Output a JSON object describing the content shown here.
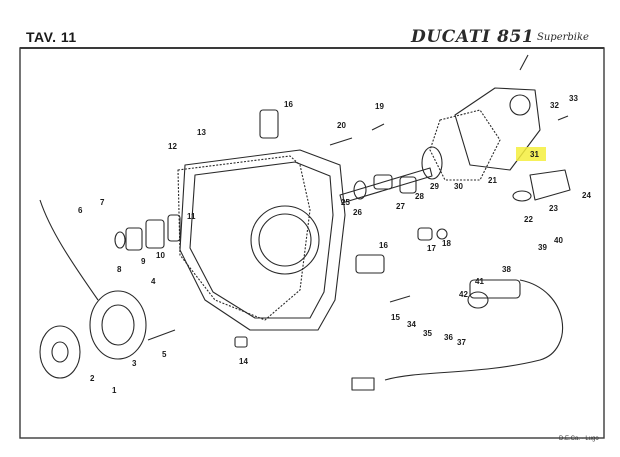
{
  "header": {
    "plate": "TAV. 11",
    "brand": "DUCATI 851",
    "brand_sub": "Superbike"
  },
  "footer": {
    "credit": "D.E.Ca. - Lugo"
  },
  "colors": {
    "highlight": "#f5ef3d",
    "ink": "#2a2a2a",
    "frame": "#3a3a3a"
  },
  "callouts": [
    {
      "num": "1"
    },
    {
      "num": "2"
    },
    {
      "num": "3"
    },
    {
      "num": "4"
    },
    {
      "num": "5"
    },
    {
      "num": "6"
    },
    {
      "num": "7"
    },
    {
      "num": "8"
    },
    {
      "num": "9"
    },
    {
      "num": "10"
    },
    {
      "num": "11"
    },
    {
      "num": "12"
    },
    {
      "num": "13"
    },
    {
      "num": "14"
    },
    {
      "num": "15"
    },
    {
      "num": "16"
    },
    {
      "num": "16"
    },
    {
      "num": "17"
    },
    {
      "num": "18"
    },
    {
      "num": "19"
    },
    {
      "num": "20"
    },
    {
      "num": "21"
    },
    {
      "num": "22"
    },
    {
      "num": "23"
    },
    {
      "num": "24"
    },
    {
      "num": "25"
    },
    {
      "num": "26"
    },
    {
      "num": "27"
    },
    {
      "num": "28"
    },
    {
      "num": "29"
    },
    {
      "num": "30"
    },
    {
      "num": "31",
      "highlight": true
    },
    {
      "num": "32"
    },
    {
      "num": "33"
    },
    {
      "num": "34"
    },
    {
      "num": "35"
    },
    {
      "num": "36"
    },
    {
      "num": "37"
    },
    {
      "num": "38"
    },
    {
      "num": "39"
    },
    {
      "num": "40"
    },
    {
      "num": "41"
    },
    {
      "num": "42"
    }
  ]
}
